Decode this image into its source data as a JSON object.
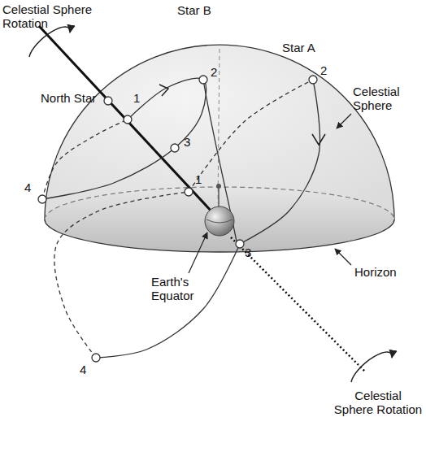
{
  "diagram": {
    "labels": [
      "Celestial Sphere Rotation",
      "Star B",
      "2",
      "Star A",
      "2",
      "North Star",
      "1",
      "Celestial Sphere",
      "3",
      "1",
      "4",
      "Earth's Equator",
      "3",
      "Horizon",
      "4",
      "Celestial Sphere Rotation"
    ]
  }
}
